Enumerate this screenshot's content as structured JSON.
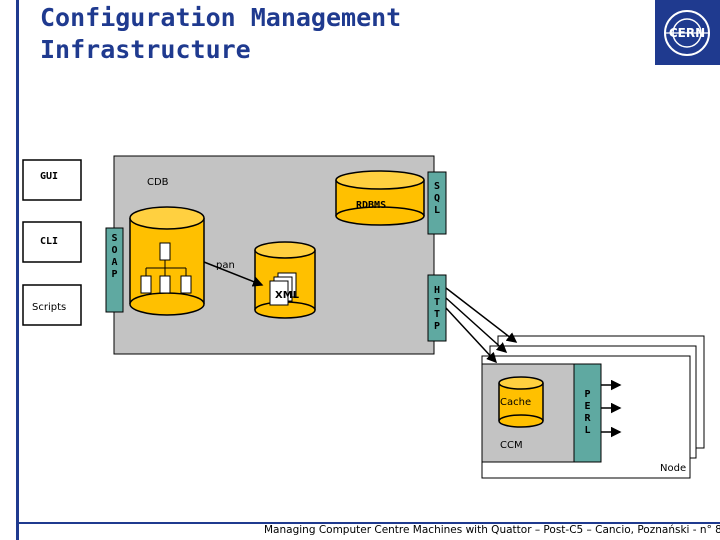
{
  "slide": {
    "title_line1": "Configuration Management",
    "title_line2": "Infrastructure",
    "footer": "Managing Computer Centre Machines with Quattor – Post-C5  – Cancio, Poznański - n° 8",
    "logo_text": "CERN"
  },
  "diagram": {
    "clients": {
      "gui": "GUI",
      "cli": "CLI",
      "scripts": "Scripts"
    },
    "cdb_label": "CDB",
    "rdbms_label": "RDBMS",
    "soap_letters": [
      "S",
      "O",
      "A",
      "P"
    ],
    "sql_letters": [
      "S",
      "Q",
      "L"
    ],
    "http_letters": [
      "H",
      "T",
      "T",
      "P"
    ],
    "perl_letters": [
      "P",
      "E",
      "R",
      "L"
    ],
    "pan_label": "pan",
    "xml_label": "XML",
    "cache_label": "Cache",
    "ccm_label": "CCM",
    "node_label": "Node"
  }
}
